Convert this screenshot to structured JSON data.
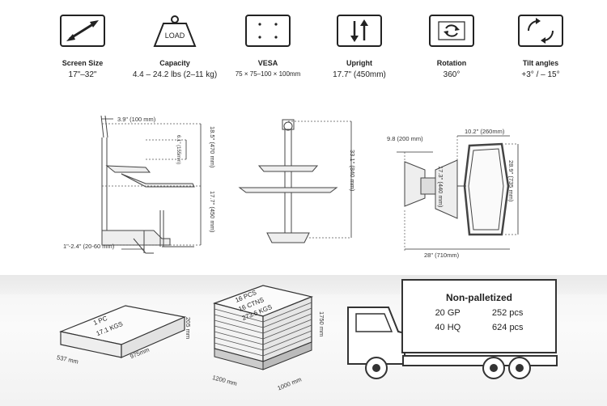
{
  "specs": [
    {
      "name": "Screen Size",
      "value": "17\"–32\"",
      "icon": "diagonal-arrow-icon"
    },
    {
      "name": "Capacity",
      "value": "4.4 – 24.2 lbs (2–11 kg)",
      "icon": "load-weight-icon",
      "icon_text": "LOAD"
    },
    {
      "name": "VESA",
      "value": "75 × 75–100 × 100mm",
      "icon": "vesa-holes-icon"
    },
    {
      "name": "Upright",
      "value": "17.7\" (450mm)",
      "icon": "up-down-arrows-icon"
    },
    {
      "name": "Rotation",
      "value": "360°",
      "icon": "rotation-icon"
    },
    {
      "name": "Tilt angles",
      "value": "+3°   / – 15°",
      "icon": "tilt-icon"
    }
  ],
  "side_view": {
    "top_offset": "3.9\" (100 mm)",
    "small_dim": "6.1\" (155mm)",
    "upper_height": "18.5\" (470 mm)",
    "lower_height": "17.7\" (450 mm)",
    "clamp_range": "1\"-2.4\" (20-60 mm)"
  },
  "front_view": {
    "height": "33.1\" (840 mm)"
  },
  "top_view": {
    "arm_depth": "9.8 (200 mm)",
    "monitor_width": "10.2\" (260mm)",
    "arm_length": "17.3\" (440 mm)",
    "monitor_depth": "28.9\" (735 mm)",
    "total_width": "28\" (710mm)"
  },
  "single_box": {
    "label_line1": "1 PC",
    "label_line2": "17.1 KGS",
    "width": "537 mm",
    "length": "975mm",
    "height": "205 mm"
  },
  "pallet": {
    "label_line1": "16 PCS",
    "label_line2": "16 CTNS",
    "label_line3": "273.6 KGS",
    "height": "1750 mm",
    "length": "1200 mm",
    "width": "1000 mm"
  },
  "shipping": {
    "title": "Non-palletized",
    "rows": [
      {
        "container": "20 GP",
        "qty": "252 pcs"
      },
      {
        "container": "40 HQ",
        "qty": "624 pcs"
      }
    ]
  }
}
